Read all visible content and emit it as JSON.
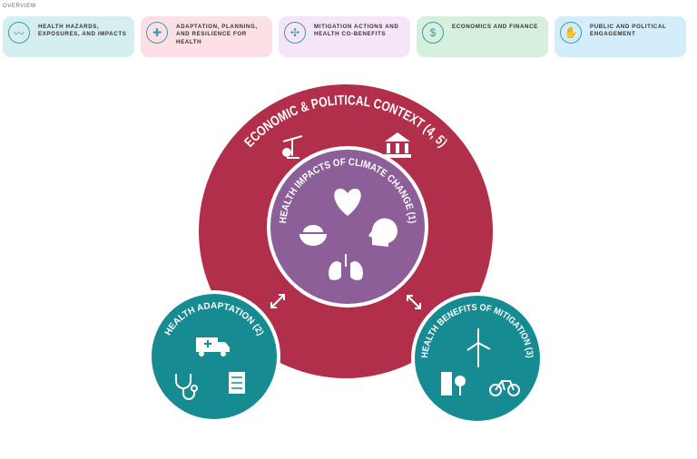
{
  "overview_label": "OVERVIEW",
  "cards": [
    {
      "label": "Health hazards, exposures, and impacts",
      "icon": "heartbeat-icon",
      "bg": "#d5eff1"
    },
    {
      "label": "Adaptation, planning, and resilience for health",
      "icon": "cross-icon",
      "bg": "#fde0e6"
    },
    {
      "label": "Mitigation actions and health co-benefits",
      "icon": "wind-turbine-icon",
      "bg": "#f6e4f8"
    },
    {
      "label": "Economics and finance",
      "icon": "dollar-cycle-icon",
      "bg": "#d6f0dd"
    },
    {
      "label": "Public and political engagement",
      "icon": "raised-hand-icon",
      "bg": "#d3edfb"
    }
  ],
  "diagram": {
    "outer": "ECONOMIC & POLITICAL CONTEXT (4, 5)",
    "inner": "HEALTH IMPACTS OF CLIMATE CHANGE (1)",
    "left": "HEALTH ADAPTATION (2)",
    "right": "HEALTH BENEFITS OF MITIGATION (3)",
    "colors": {
      "outer": "#b22f4b",
      "inner": "#8d5f98",
      "teal": "#178b92"
    }
  }
}
